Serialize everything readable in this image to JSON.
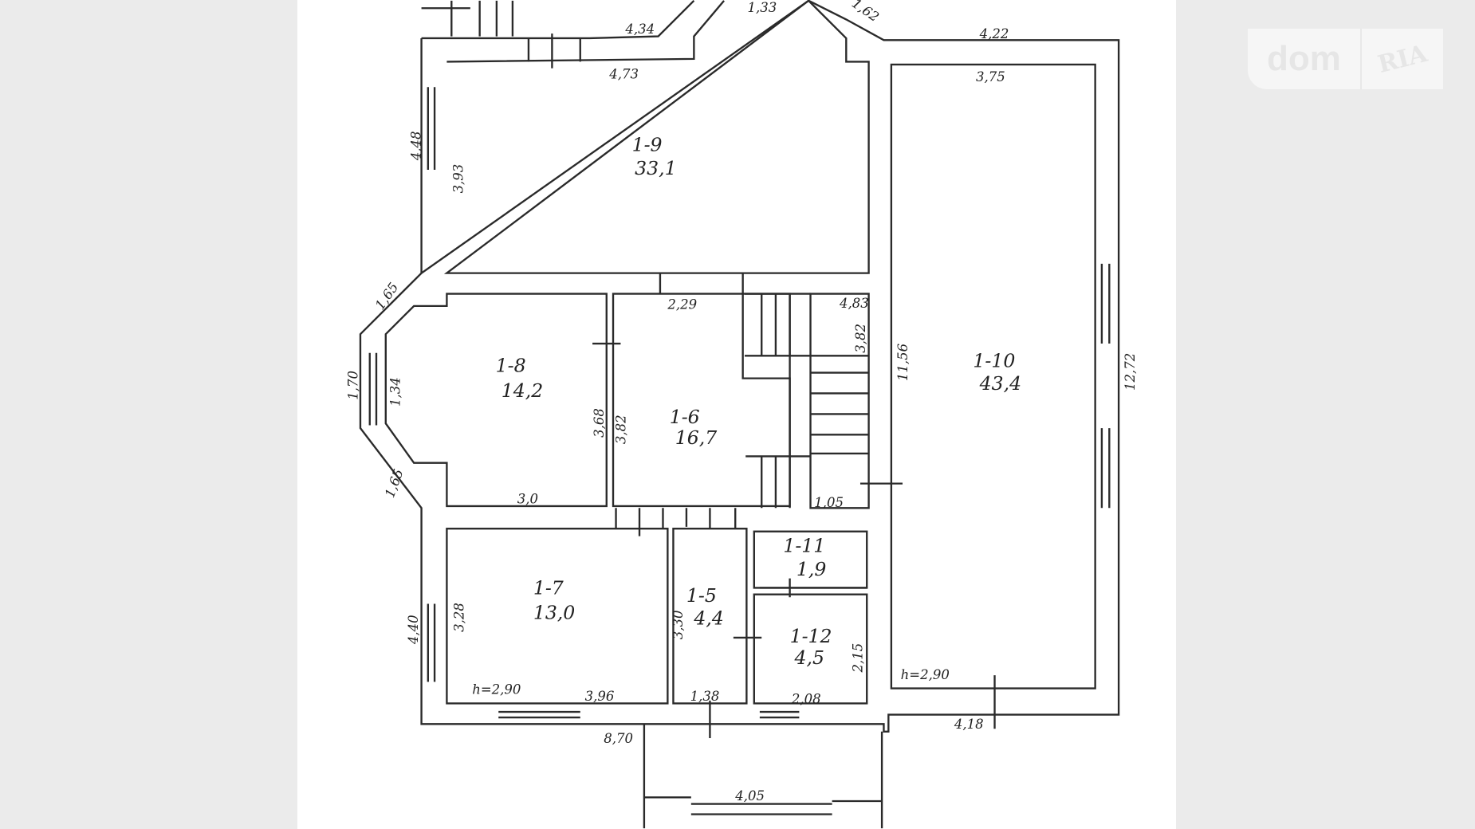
{
  "logo": {
    "dom": "dom",
    "ria": "RIA"
  },
  "plan": {
    "rooms": [
      {
        "id": "1-9",
        "area": "33,1"
      },
      {
        "id": "1-10",
        "area": "43,4"
      },
      {
        "id": "1-8",
        "area": "14,2"
      },
      {
        "id": "1-6",
        "area": "16,7"
      },
      {
        "id": "1-7",
        "area": "13,0"
      },
      {
        "id": "1-5",
        "area": "4,4"
      },
      {
        "id": "1-11",
        "area": "1,9"
      },
      {
        "id": "1-12",
        "area": "4,5"
      }
    ],
    "dims": [
      "4,34",
      "1,33",
      "4,22",
      "4,73",
      "3,75",
      "4,48",
      "3,93",
      "1,65",
      "2,29",
      "4,83",
      "11,56",
      "12,72",
      "1,70",
      "1,34",
      "3,68",
      "3,82",
      "3,0",
      "1,05",
      "1,65",
      "4,40",
      "3,28",
      "3,30",
      "2,15",
      "h=2,90",
      "3,96",
      "1,38",
      "2,08",
      "h=2,90",
      "4,18",
      "8,70",
      "4,05",
      "3,82",
      "1,62"
    ]
  }
}
